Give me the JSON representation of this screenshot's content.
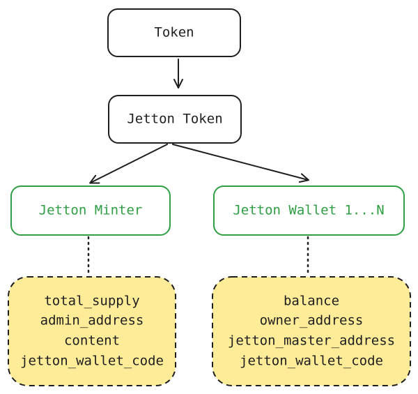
{
  "diagram": {
    "nodes": {
      "token": {
        "label": "Token"
      },
      "jetton_token": {
        "label": "Jetton Token"
      },
      "jetton_minter": {
        "label": "Jetton Minter"
      },
      "jetton_wallet": {
        "label": "Jetton Wallet 1...N"
      }
    },
    "minter_fields": [
      "total_supply",
      "admin_address",
      "content",
      "jetton_wallet_code"
    ],
    "wallet_fields": [
      "balance",
      "owner_address",
      "jetton_master_address",
      "jetton_wallet_code"
    ],
    "colors": {
      "stroke": "#1e1e1e",
      "green": "#2f9e44",
      "field_fill": "#ffec99"
    }
  }
}
